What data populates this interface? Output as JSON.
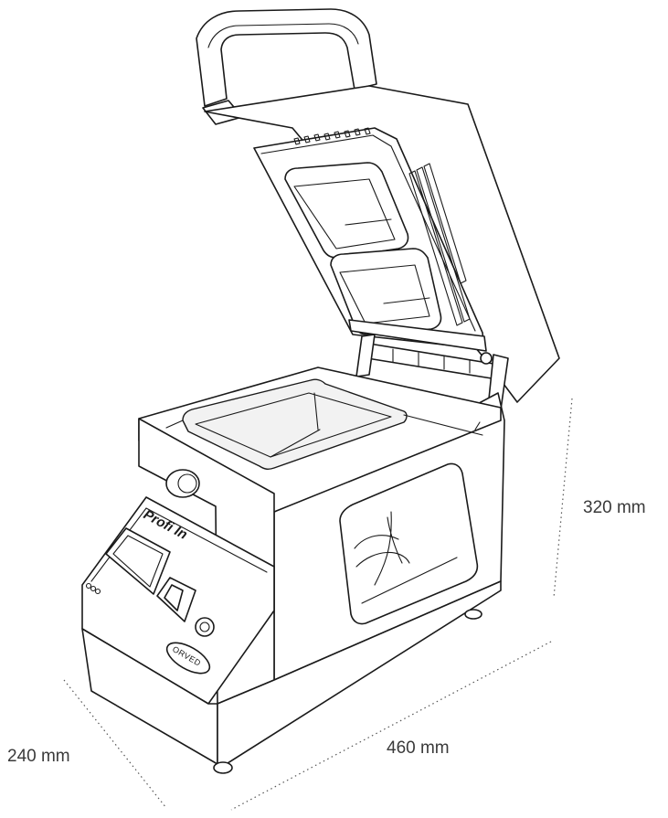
{
  "dimensions": {
    "height": "320 mm",
    "length": "460 mm",
    "width": "240 mm"
  },
  "machine": {
    "brand_label": "Profi In",
    "logo_text": "ORVED"
  }
}
